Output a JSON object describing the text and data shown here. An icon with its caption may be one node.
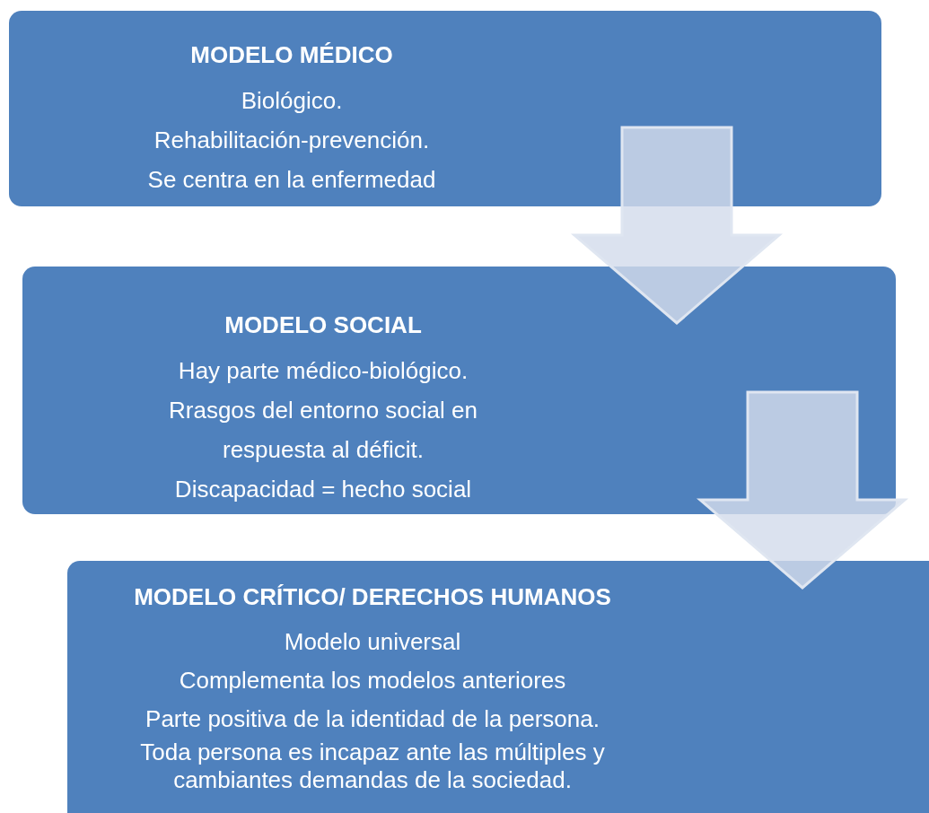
{
  "diagram": {
    "nodes": [
      {
        "text": [
          "MODELO MÉDICO",
          "Biológico.",
          "Rehabilitación-prevención.",
          "Se centra en la enfermedad"
        ]
      },
      {
        "text": [
          "MODELO SOCIAL",
          "Hay parte médico-biológico.",
          "Rrasgos del entorno social en respuesta al déficit.",
          "Discapacidad = hecho social"
        ]
      },
      {
        "text": [
          "MODELO CRÍTICO/ DERECHOS HUMANOS",
          "Modelo universal",
          "Complementa los modelos anteriores",
          "Parte positiva de la identidad de la persona.",
          "Toda persona es incapaz ante las múltiples y cambiantes demandas de la sociedad."
        ]
      }
    ],
    "edges": [
      {
        "from": 0,
        "to": 1,
        "arrow": "to"
      },
      {
        "from": 1,
        "to": 2,
        "arrow": "to"
      }
    ]
  }
}
